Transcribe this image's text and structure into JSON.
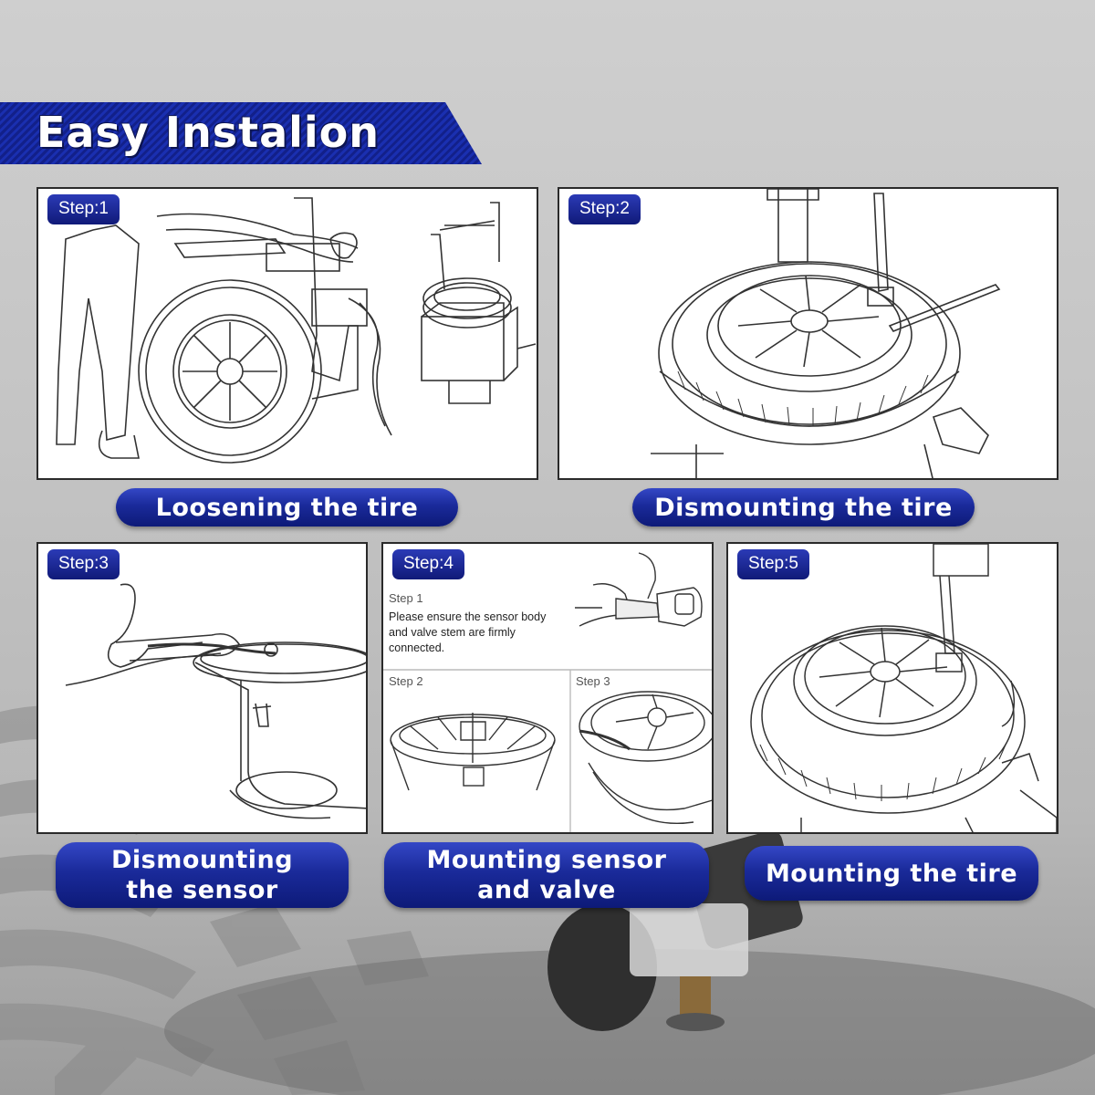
{
  "header": {
    "title": "Easy Instalion"
  },
  "steps": [
    {
      "badge": "Step:1",
      "caption_lines": [
        "Loosening the tire"
      ]
    },
    {
      "badge": "Step:2",
      "caption_lines": [
        "Dismounting the tire"
      ]
    },
    {
      "badge": "Step:3",
      "caption_lines": [
        "Dismounting",
        "the sensor"
      ]
    },
    {
      "badge": "Step:4",
      "caption_lines": [
        "Mounting sensor",
        "and valve"
      ],
      "substeps": {
        "step1_label": "Step 1",
        "step1_text": "Please ensure the sensor body and valve stem are firmly connected.",
        "step2_label": "Step 2",
        "step3_label": "Step 3"
      }
    },
    {
      "badge": "Step:5",
      "caption_lines": [
        "Mounting the tire"
      ]
    }
  ],
  "icons": {
    "step1": "tire-changer-machine-illustration",
    "step2": "tire-on-changer-illustration",
    "step3": "hand-removing-sensor-illustration",
    "step4": "sensor-valve-assembly-illustration",
    "step5": "mounting-tire-illustration"
  },
  "colors": {
    "accent": "#1a2a9a",
    "accent_light": "#3447c6",
    "background": "#c4c4c4"
  }
}
